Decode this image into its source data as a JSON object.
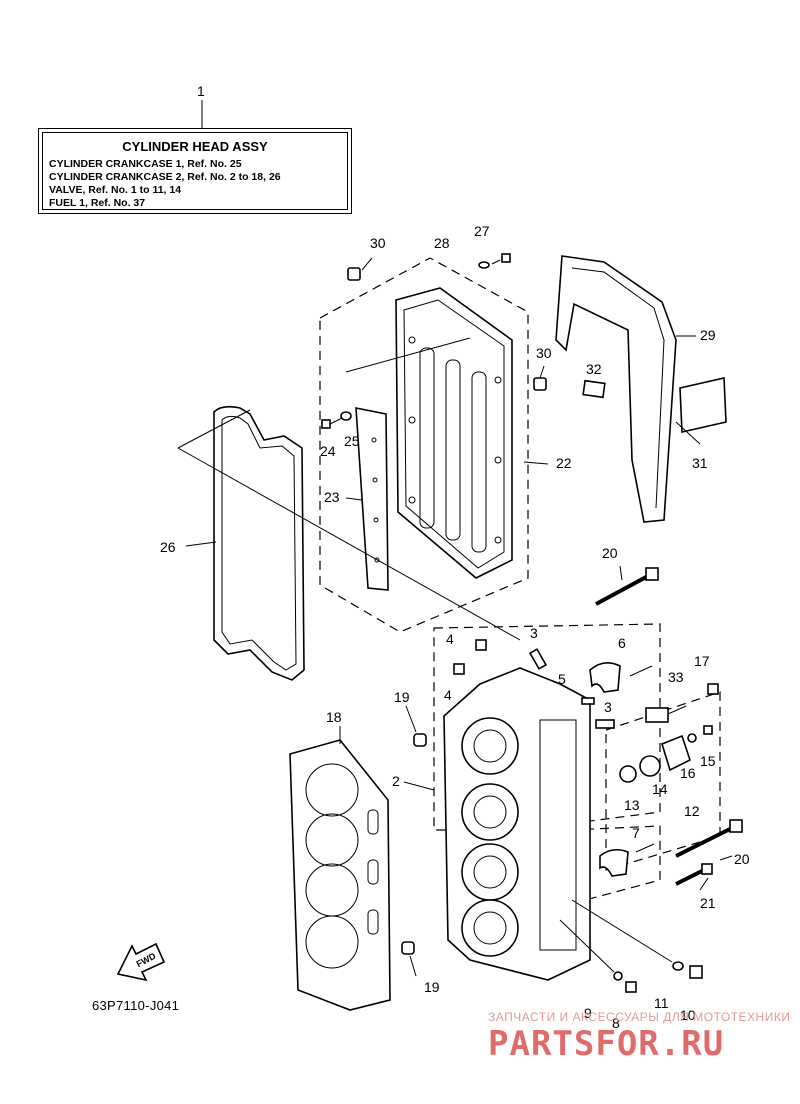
{
  "info_box": {
    "title": "CYLINDER HEAD ASSY",
    "lines": [
      "CYLINDER CRANKCASE 1,  Ref. No. 25",
      "CYLINDER CRANKCASE 2,  Ref. No. 2 to 18, 26",
      "VALVE,  Ref. No. 1 to 11, 14",
      "FUEL 1,  Ref. No. 37"
    ]
  },
  "diagram_code": "63P7110-J041",
  "fwd_label": "FWD",
  "watermark": {
    "small": "ЗАПЧАСТИ И АКСЕССУАРЫ ДЛЯ МОТОТЕХНИКИ",
    "big": "PARTSFOR.RU"
  },
  "callouts": {
    "c1": "1",
    "c2": "2",
    "c3a": "3",
    "c3b": "3",
    "c4a": "4",
    "c4b": "4",
    "c5": "5",
    "c6": "6",
    "c7": "7",
    "c8": "8",
    "c9": "9",
    "c10": "10",
    "c11": "11",
    "c12": "12",
    "c13": "13",
    "c14": "14",
    "c15": "15",
    "c16": "16",
    "c17": "17",
    "c18": "18",
    "c19a": "19",
    "c19b": "19",
    "c20a": "20",
    "c20b": "20",
    "c21": "21",
    "c22": "22",
    "c23": "23",
    "c24": "24",
    "c25": "25",
    "c26": "26",
    "c27": "27",
    "c28": "28",
    "c29": "29",
    "c30a": "30",
    "c30b": "30",
    "c31": "31",
    "c32": "32",
    "c33": "33"
  }
}
